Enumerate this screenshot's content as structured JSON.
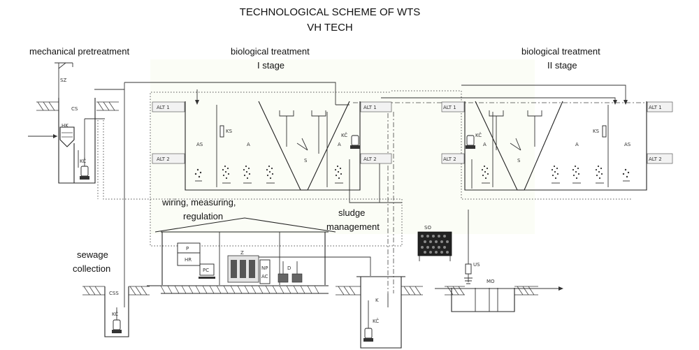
{
  "title": {
    "line1": "TECHNOLOGICAL SCHEME OF WTS",
    "line2": "VH TECH"
  },
  "sections": {
    "mechanical": "mechanical pretreatment",
    "bio1_line1": "biological treatment",
    "bio1_line2": "I stage",
    "bio2_line1": "biological treatment",
    "bio2_line2": "II stage",
    "wiring_line1": "wiring, measuring,",
    "wiring_line2": "regulation",
    "sludge_line1": "sludge",
    "sludge_line2": "management",
    "sewage_line1": "sewage",
    "sewage_line2": "collection"
  },
  "labels": {
    "sz": "SZ",
    "cs": "CS",
    "hk": "HK",
    "kc": "KČ",
    "alt1": "ALT 1",
    "alt2": "ALT 2",
    "as": "AS",
    "a": "A",
    "ks": "KS",
    "s": "S",
    "p": "P",
    "hr": "HR",
    "pc": "PC",
    "z": "Z",
    "np": "NP",
    "ac": "AC",
    "d": "D",
    "css": "CSS",
    "k": "K",
    "so": "SO",
    "us": "US",
    "mo": "MO"
  }
}
